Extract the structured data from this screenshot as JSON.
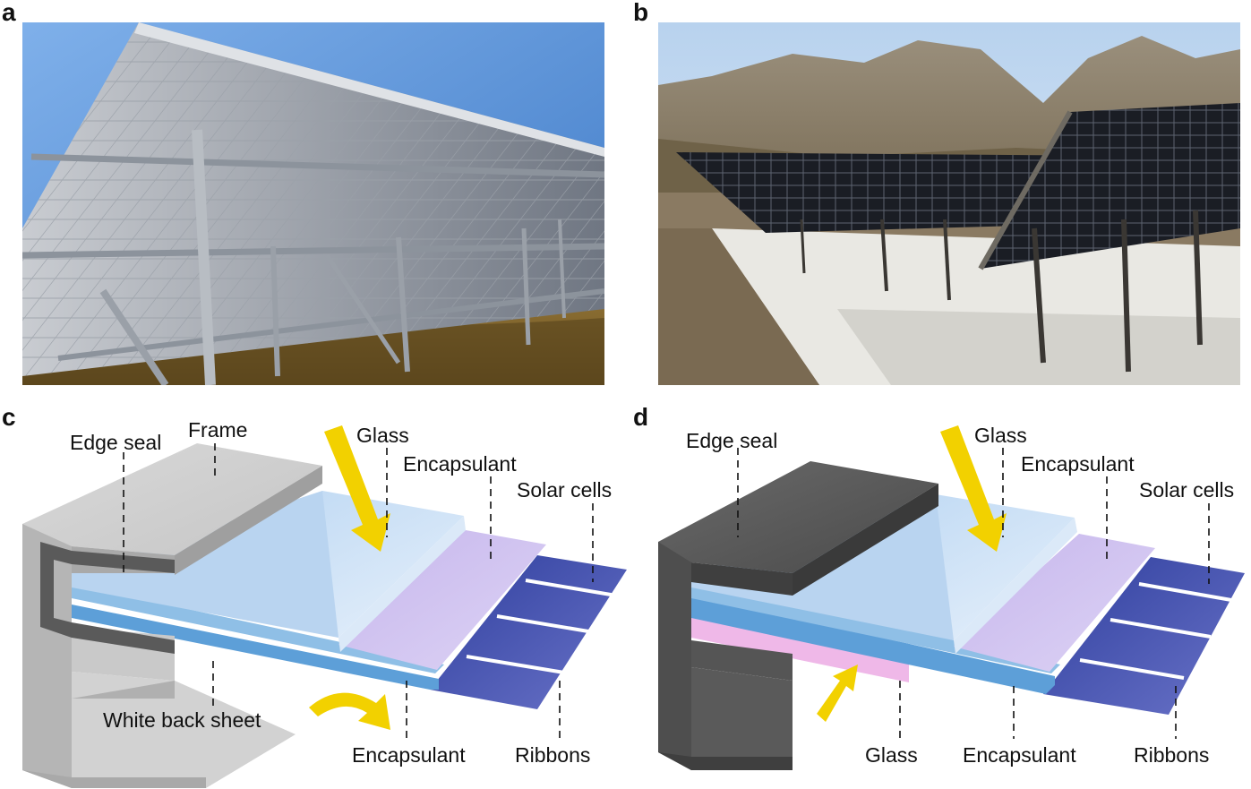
{
  "panels": {
    "a": {
      "letter": "a"
    },
    "b": {
      "letter": "b"
    },
    "c": {
      "letter": "c",
      "labels": {
        "frame": "Frame",
        "edge_seal": "Edge seal",
        "glass": "Glass",
        "encapsulant_top": "Encapsulant",
        "solar_cells": "Solar cells",
        "white_back_sheet": "White back sheet",
        "encapsulant_bottom": "Encapsulant",
        "ribbons": "Ribbons"
      }
    },
    "d": {
      "letter": "d",
      "labels": {
        "edge_seal": "Edge seal",
        "glass_top": "Glass",
        "encapsulant_top": "Encapsulant",
        "solar_cells": "Solar cells",
        "glass_bottom": "Glass",
        "encapsulant_bottom": "Encapsulant",
        "ribbons": "Ribbons"
      }
    }
  },
  "colors": {
    "sun_arrow": "#f2d100",
    "glass": "#cfe3f7",
    "encapsulant": "#cdbfee",
    "solar_cell": "#3f4fae",
    "frame": "#cfcfcf",
    "edge_seal_dark": "#5a5a5a",
    "back_glass": "#efb8e8",
    "back_layer": "#5d9fd8"
  }
}
